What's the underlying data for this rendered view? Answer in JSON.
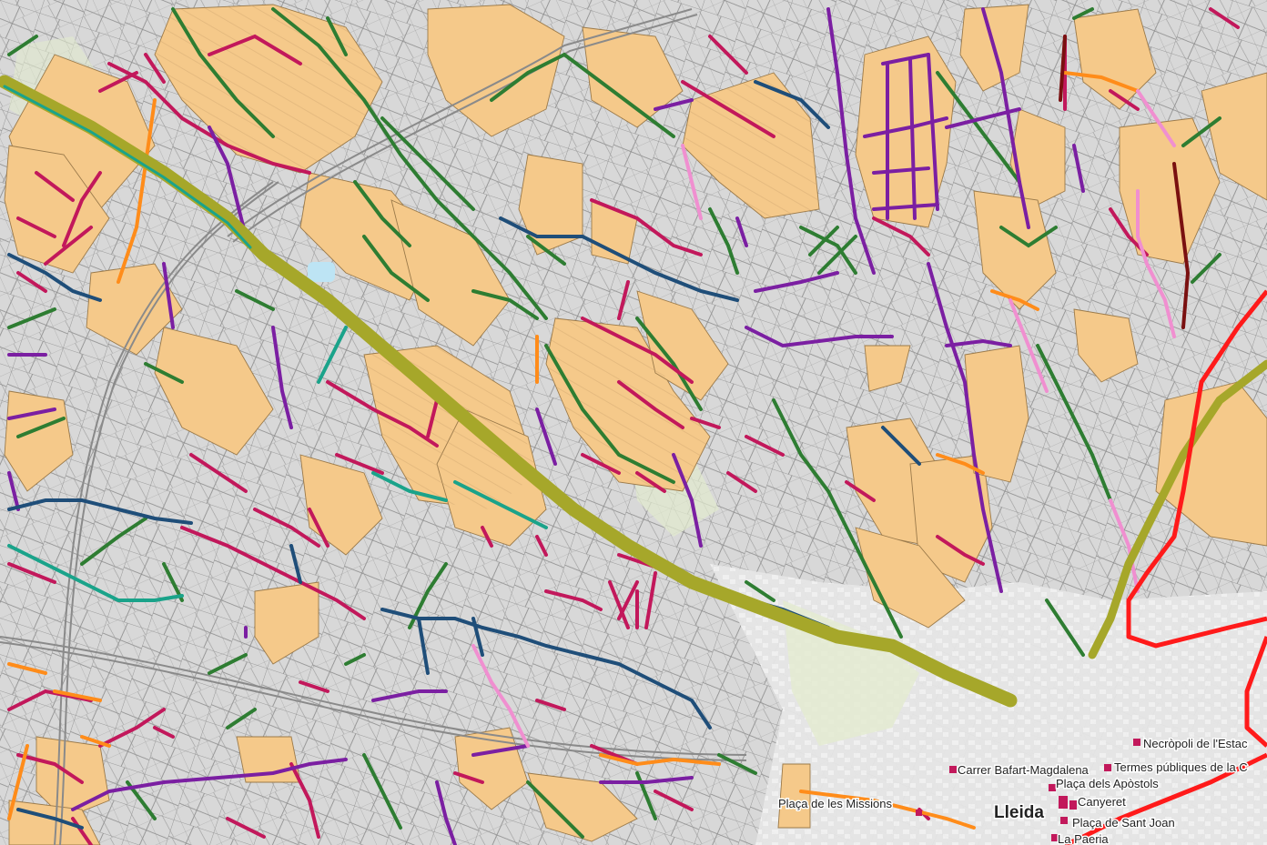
{
  "map": {
    "city": "Lleida",
    "places": [
      {
        "id": "necropoli",
        "text": "Necròpoli de l'Estac"
      },
      {
        "id": "bafart",
        "text": "Carrer Bafart-Magdalena"
      },
      {
        "id": "termes",
        "text": "Termes públiques de la C"
      },
      {
        "id": "apostols",
        "text": "Plaça dels Apòstols"
      },
      {
        "id": "missions",
        "text": "Plaça de les Missions"
      },
      {
        "id": "canyeret",
        "text": "Canyeret"
      },
      {
        "id": "santjoan",
        "text": "Plaça de Sant Joan"
      },
      {
        "id": "paeria",
        "text": "La Paeria"
      }
    ],
    "colors": {
      "background": "#d9d9d9",
      "parcel": "#f5c98a",
      "green_line": "#2e7d32",
      "crimson_line": "#c2185b",
      "purple_line": "#7b1fa2",
      "navy_line": "#1f4e79",
      "orange_line": "#ff8c1a",
      "pink_line": "#f08fd0",
      "teal_line": "#1aa38a",
      "olive_line": "#a6a72a",
      "red_line": "#ff1a1a"
    }
  }
}
